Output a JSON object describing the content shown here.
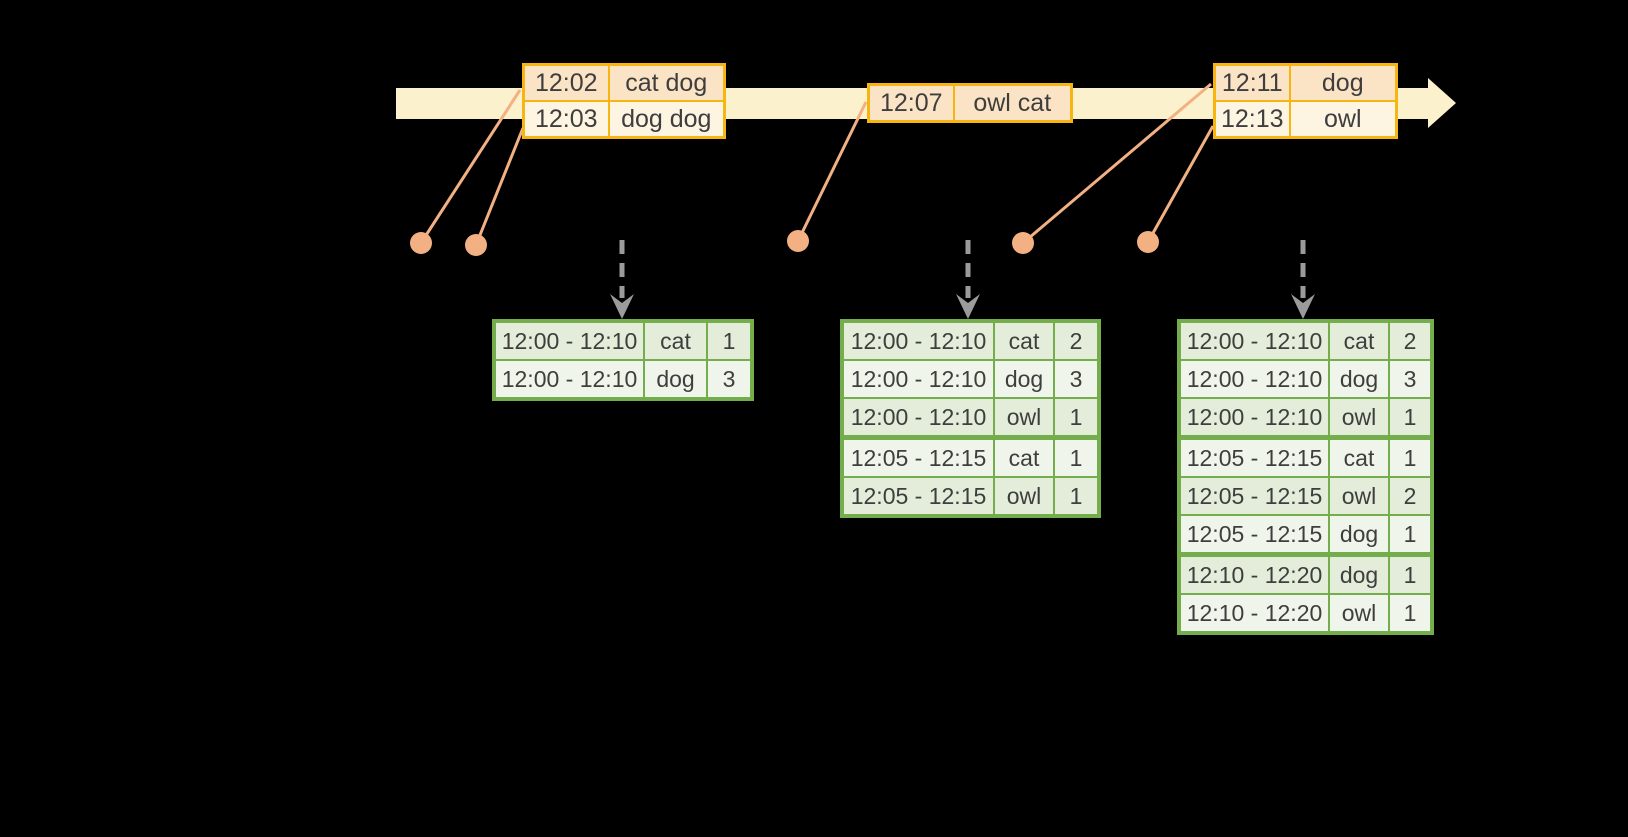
{
  "colors": {
    "bg": "#000000",
    "timeline_band": "#FCF1CD",
    "gold_border": "#F7B511",
    "event_row_dark": "#FBE3C5",
    "event_row_light": "#FDF4E2",
    "green_border": "#73AD4C",
    "result_row_dark": "#E3EDDA",
    "result_row_light": "#EFF5EA",
    "connector": "#F3B183",
    "trigger_gray": "#9B9B9B",
    "text": "#3E3E3E"
  },
  "icons": {
    "timeline_arrow": "right-arrow",
    "event_dot": "filled-circle",
    "trigger_arrow": "dashed-down-arrow"
  },
  "event_tables": [
    {
      "rows": [
        [
          "12:02",
          "cat dog"
        ],
        [
          "12:03",
          "dog dog"
        ]
      ]
    },
    {
      "rows": [
        [
          "12:07",
          "owl cat"
        ]
      ]
    },
    {
      "rows": [
        [
          "12:11",
          "dog"
        ],
        [
          "12:13",
          "owl"
        ]
      ]
    }
  ],
  "result_tables": [
    {
      "rows": [
        [
          "12:00 - 12:10",
          "cat",
          "1"
        ],
        [
          "12:00 - 12:10",
          "dog",
          "3"
        ]
      ],
      "group_breaks": []
    },
    {
      "rows": [
        [
          "12:00 - 12:10",
          "cat",
          "2"
        ],
        [
          "12:00 - 12:10",
          "dog",
          "3"
        ],
        [
          "12:00 - 12:10",
          "owl",
          "1"
        ],
        [
          "12:05 - 12:15",
          "cat",
          "1"
        ],
        [
          "12:05 - 12:15",
          "owl",
          "1"
        ]
      ],
      "group_breaks": [
        3
      ]
    },
    {
      "rows": [
        [
          "12:00 - 12:10",
          "cat",
          "2"
        ],
        [
          "12:00 - 12:10",
          "dog",
          "3"
        ],
        [
          "12:00 - 12:10",
          "owl",
          "1"
        ],
        [
          "12:05 - 12:15",
          "cat",
          "1"
        ],
        [
          "12:05 - 12:15",
          "owl",
          "2"
        ],
        [
          "12:05 - 12:15",
          "dog",
          "1"
        ],
        [
          "12:10 - 12:20",
          "dog",
          "1"
        ],
        [
          "12:10 - 12:20",
          "owl",
          "1"
        ]
      ],
      "group_breaks": [
        3,
        6
      ]
    }
  ]
}
